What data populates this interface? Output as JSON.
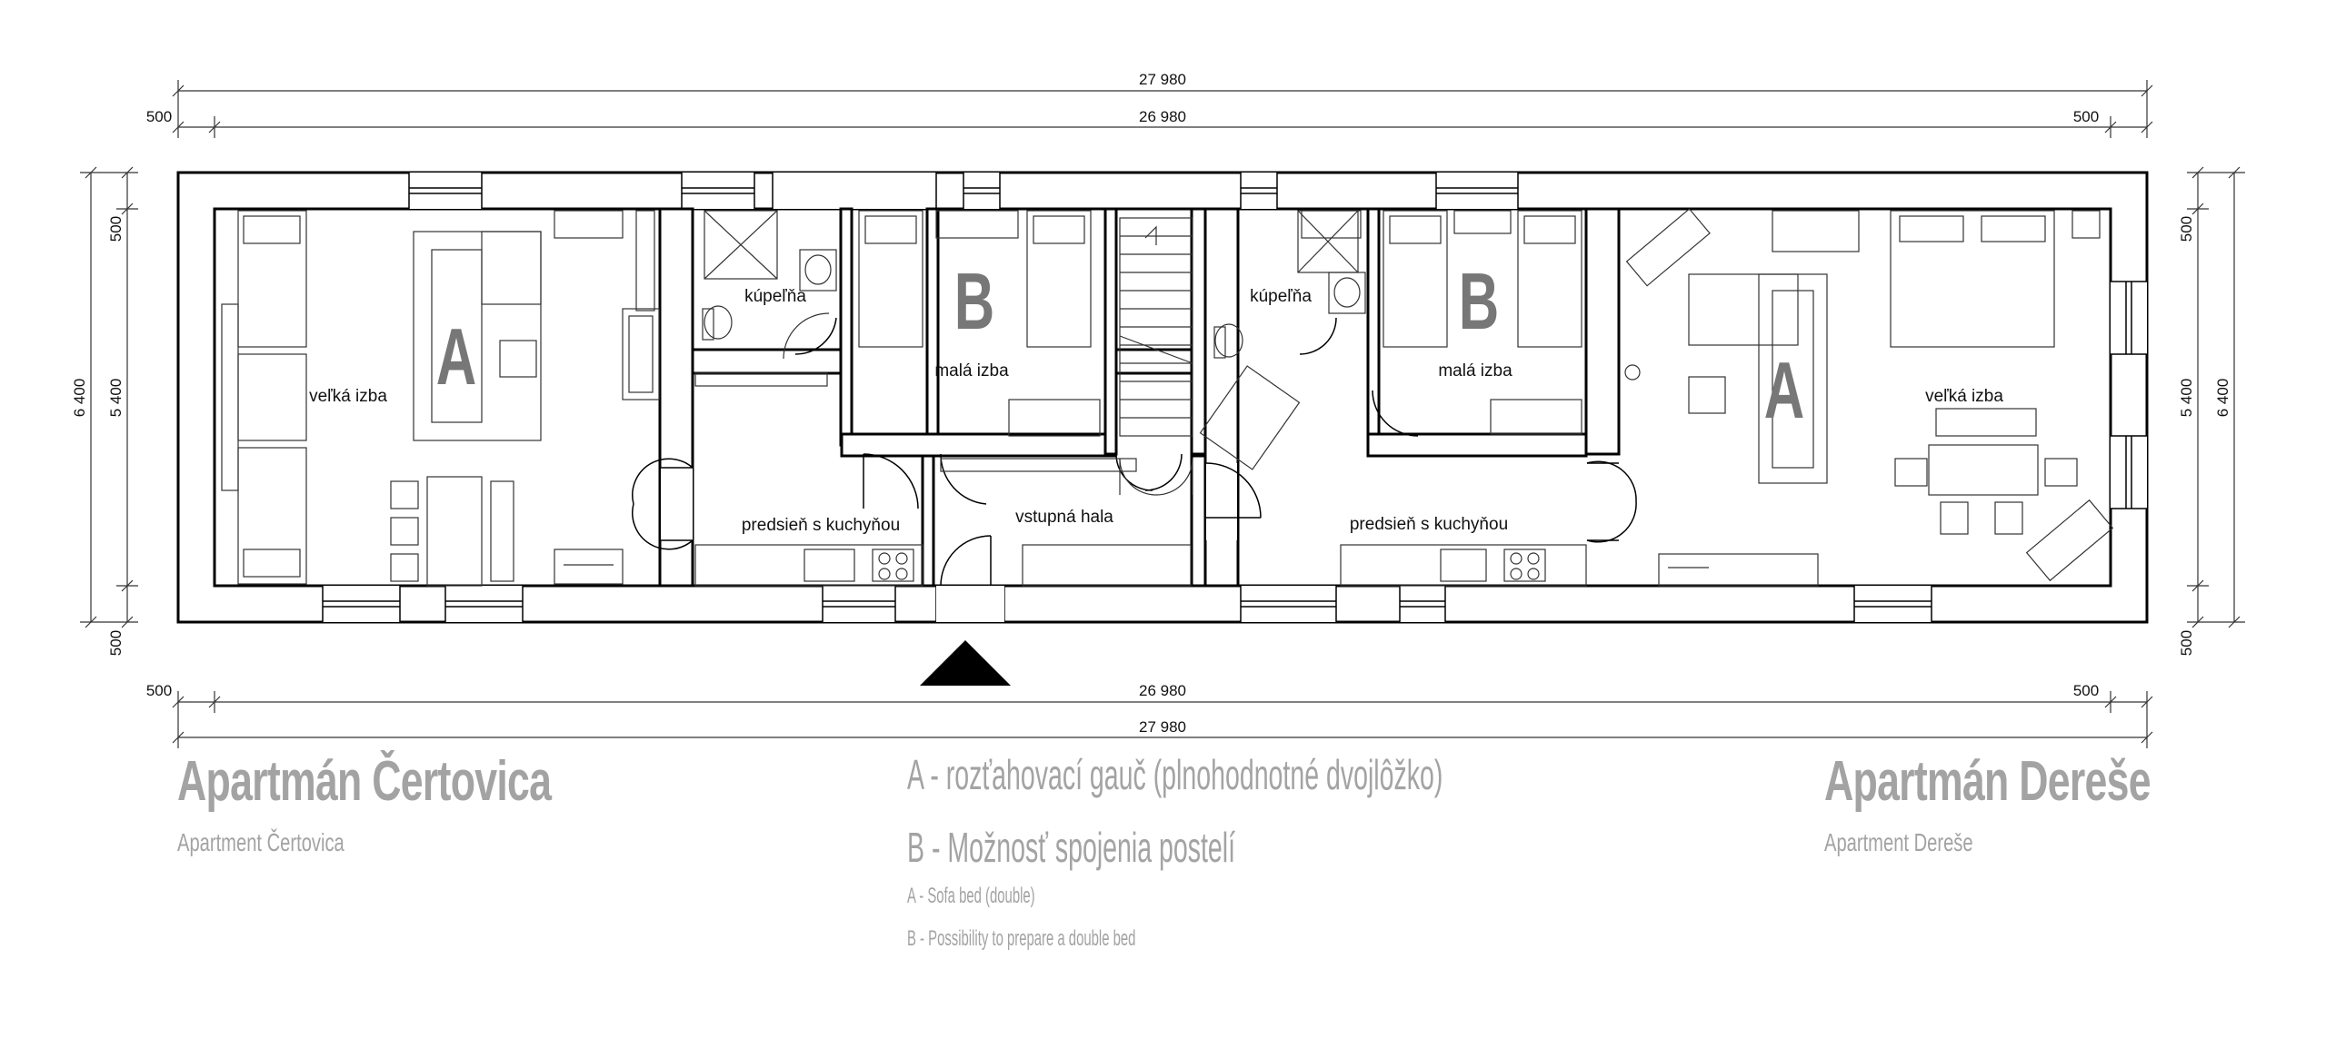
{
  "dimensions": {
    "total_top": "27 980",
    "inner_top": "26 980",
    "left_margin_top": "500",
    "right_margin_top": "500",
    "total_bottom": "27 980",
    "inner_bottom": "26 980",
    "left_margin_bottom": "500",
    "right_margin_bottom": "500",
    "height_total_left": "6 400",
    "height_inner_left": "5 400",
    "height_top_left": "500",
    "height_bottom_left": "500",
    "height_total_right": "6 400",
    "height_inner_right": "5 400",
    "height_top_right": "500",
    "height_bottom_right": "500"
  },
  "rooms": {
    "left_living": "veľká izba",
    "left_bath": "kúpeľňa",
    "left_small": "malá izba",
    "left_hall": "predsieň s kuchyňou",
    "entrance": "vstupná hala",
    "right_bath": "kúpeľňa",
    "right_small": "malá izba",
    "right_hall": "predsieň s kuchyňou",
    "right_living": "veľká izba"
  },
  "markers": {
    "sofa": "A",
    "beds": "B"
  },
  "captions": {
    "left_title": "Apartmán Čertovica",
    "left_subtitle": "Apartment Čertovica",
    "right_title": "Apartmán Dereše",
    "right_subtitle": "Apartment Dereše",
    "legend_a_sk": "A - rozťahovací gauč (plnohodnotné dvojlôžko)",
    "legend_b_sk": "B - Možnosť spojenia postelí",
    "legend_a_en": "A - Sofa bed (double)",
    "legend_b_en": "B - Possibility to prepare a double bed"
  },
  "colors": {
    "wall": "#000000",
    "caption": "#a3a3a3",
    "marker": "#777777"
  }
}
